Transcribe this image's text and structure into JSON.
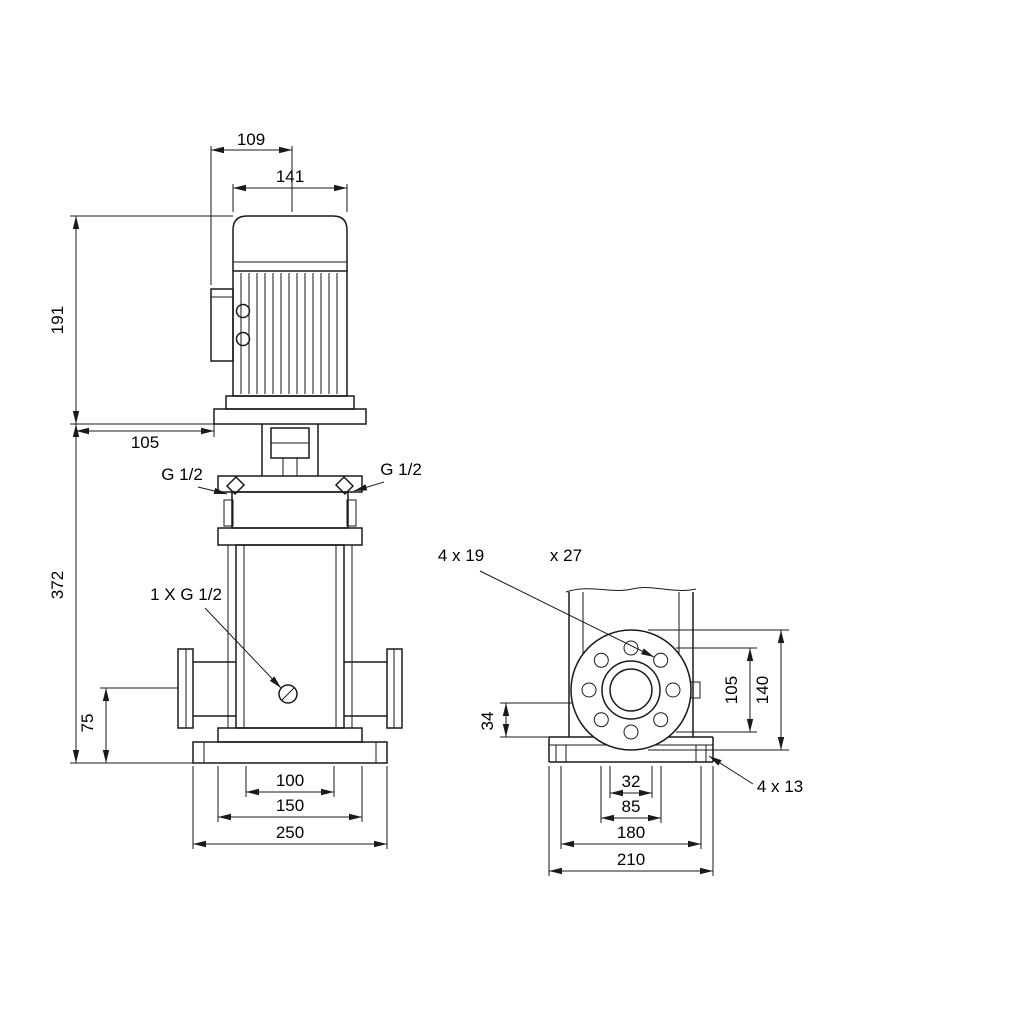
{
  "page": {
    "background": "#ffffff",
    "line_color": "#1a1a1a"
  },
  "front_view": {
    "dim_width_motor_top": "109",
    "dim_width_motor": "141",
    "dim_height_motor": "191",
    "dim_offset_head": "105",
    "dim_height_pump": "372",
    "dim_height_port": "75",
    "port_left": "G 1/2",
    "port_right": "G 1/2",
    "drain_port": "1 X G 1/2",
    "dim_base_100": "100",
    "dim_base_150": "150",
    "dim_base_250": "250"
  },
  "side_view": {
    "flange_holes_a": "4 x 19",
    "flange_holes_b": "x 27",
    "dim_base_height": "34",
    "dim_flange_105": "105",
    "dim_flange_140": "140",
    "dim_bore_32": "32",
    "dim_holes_85": "85",
    "dim_base_holes_180": "180",
    "dim_base_width_210": "210",
    "base_holes_label": "4 x 13"
  }
}
